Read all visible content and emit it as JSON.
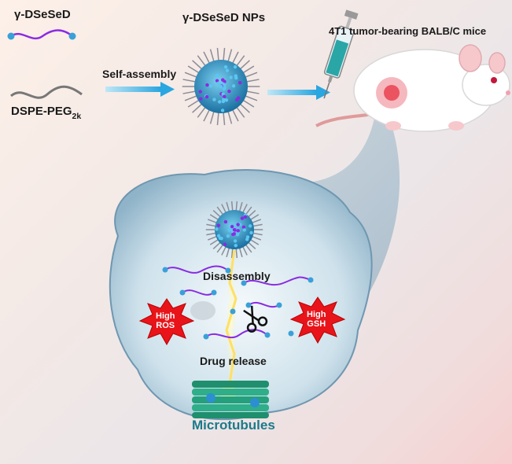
{
  "labels": {
    "dseseD": "γ-DSeSeD",
    "dspe": "DSPE-PEG",
    "dspe_sub": "2k",
    "self_assembly": "Self-assembly",
    "nps": "γ-DSeSeD NPs",
    "mice": "4T1 tumor-bearing BALB/C mice",
    "disassembly": "Disassembly",
    "high_ros_1": "High",
    "high_ros_2": "ROS",
    "high_gsh_1": "High",
    "high_gsh_2": "GSH",
    "drug_release": "Drug release",
    "microtubules": "Microtubules"
  },
  "colors": {
    "arrow": "#3fb6e8",
    "purple_chain": "#8a2be2",
    "bead": "#3aa0d8",
    "gray_chain": "#777777",
    "star_red": "#e8141a",
    "microtubule": "#2fae8a",
    "cell": "#bcd6e4"
  },
  "icons": [
    "syringe-icon",
    "mouse-icon",
    "scissors-icon",
    "nanoparticle-icon",
    "microtubule-icon",
    "lightning-icon"
  ]
}
